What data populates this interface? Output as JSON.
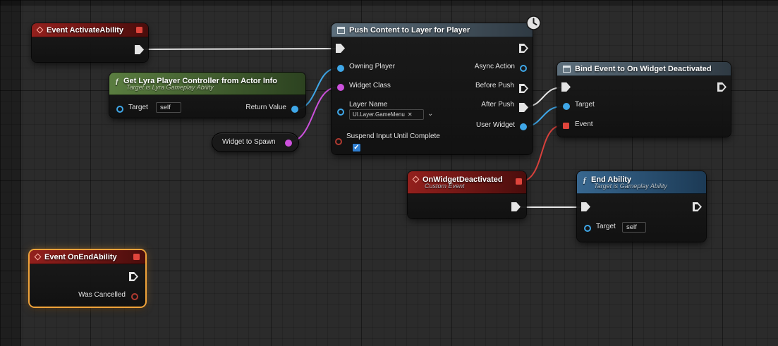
{
  "colors": {
    "exec_wire": "#e8e8e8",
    "object_wire": "#3fa7e8",
    "class_wire": "#cd51dd",
    "delegate_wire": "#d8413c",
    "selection": "#f0a33a"
  },
  "icons": {
    "function": "ƒ",
    "close": "✕",
    "check": "✓",
    "chevron_down": "⌄"
  },
  "nodes": {
    "event_activate_ability": {
      "title": "Event ActivateAbility"
    },
    "get_lyra_player_controller": {
      "title": "Get Lyra Player Controller from Actor Info",
      "subtitle": "Target is Lyra Gameplay Ability",
      "target_label": "Target",
      "target_value": "self",
      "return_label": "Return Value"
    },
    "widget_to_spawn": {
      "label": "Widget to Spawn"
    },
    "push_content": {
      "title": "Push Content to Layer for Player",
      "owning_player_label": "Owning Player",
      "widget_class_label": "Widget Class",
      "layer_name_label": "Layer Name",
      "layer_name_value": "UI.Layer.GameMenu",
      "suspend_label": "Suspend Input Until Complete",
      "async_action_label": "Async Action",
      "before_push_label": "Before Push",
      "after_push_label": "After Push",
      "user_widget_label": "User Widget"
    },
    "bind_event": {
      "title": "Bind Event to On Widget Deactivated",
      "target_label": "Target",
      "event_label": "Event"
    },
    "on_widget_deactivated": {
      "title": "OnWidgetDeactivated",
      "subtitle": "Custom Event"
    },
    "end_ability": {
      "title": "End Ability",
      "subtitle": "Target is Gameplay Ability",
      "target_label": "Target",
      "target_value": "self"
    },
    "event_on_end_ability": {
      "title": "Event OnEndAbility",
      "was_cancelled_label": "Was Cancelled"
    }
  }
}
